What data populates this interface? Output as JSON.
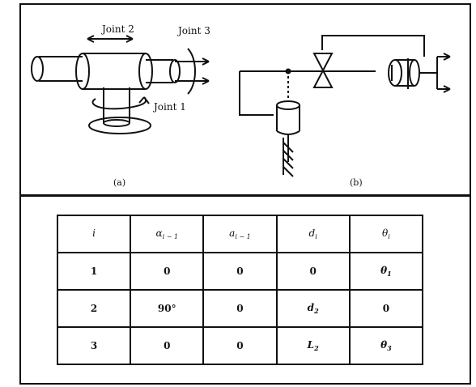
{
  "figure_a": {
    "joint1_label": "Joint 1",
    "joint2_label": "Joint 2",
    "joint3_label": "Joint 3",
    "caption": "(a)"
  },
  "figure_b": {
    "caption": "(b)"
  },
  "table": {
    "headers": [
      {
        "main": "i",
        "sub": ""
      },
      {
        "main": "α",
        "sub": "i − 1"
      },
      {
        "main": "a",
        "sub": "i − 1"
      },
      {
        "main": "d",
        "sub": "i"
      },
      {
        "main": "θ",
        "sub": "i"
      }
    ],
    "rows": [
      [
        {
          "main": "1",
          "sub": ""
        },
        {
          "main": "0",
          "sub": ""
        },
        {
          "main": "0",
          "sub": ""
        },
        {
          "main": "0",
          "sub": ""
        },
        {
          "main": "θ",
          "sub": "1"
        }
      ],
      [
        {
          "main": "2",
          "sub": ""
        },
        {
          "main": "90°",
          "sub": ""
        },
        {
          "main": "0",
          "sub": ""
        },
        {
          "main": "d",
          "sub": "2"
        },
        {
          "main": "0",
          "sub": ""
        }
      ],
      [
        {
          "main": "3",
          "sub": ""
        },
        {
          "main": "0",
          "sub": ""
        },
        {
          "main": "0",
          "sub": ""
        },
        {
          "main": "L",
          "sub": "2"
        },
        {
          "main": "θ",
          "sub": "3"
        }
      ]
    ]
  }
}
